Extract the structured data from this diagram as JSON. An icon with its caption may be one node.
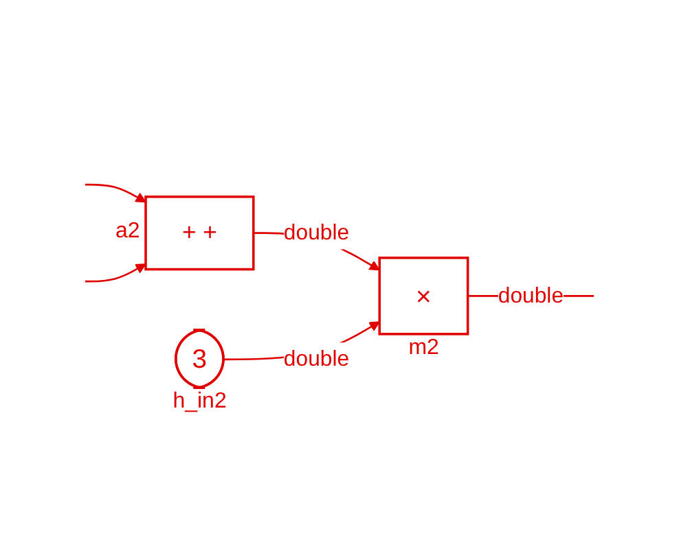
{
  "diagram": {
    "nodes": [
      {
        "text": [
          "+",
          "+"
        ],
        "beside": [
          "a2"
        ]
      },
      {
        "text": [
          "×"
        ],
        "beside": [
          "m2"
        ]
      },
      {
        "text": [
          "3"
        ],
        "beside": [
          "h_in2"
        ]
      }
    ],
    "edges": [
      {
        "from": null,
        "to": 0,
        "arrow": "to"
      },
      {
        "from": null,
        "to": 0,
        "arrow": "to"
      },
      {
        "from": 0,
        "to": 1,
        "arrow": "to",
        "label": "double"
      },
      {
        "from": 2,
        "to": 1,
        "arrow": "to",
        "label": "double"
      },
      {
        "from": 1,
        "to": null,
        "arrow": "none",
        "label": "double"
      }
    ]
  }
}
